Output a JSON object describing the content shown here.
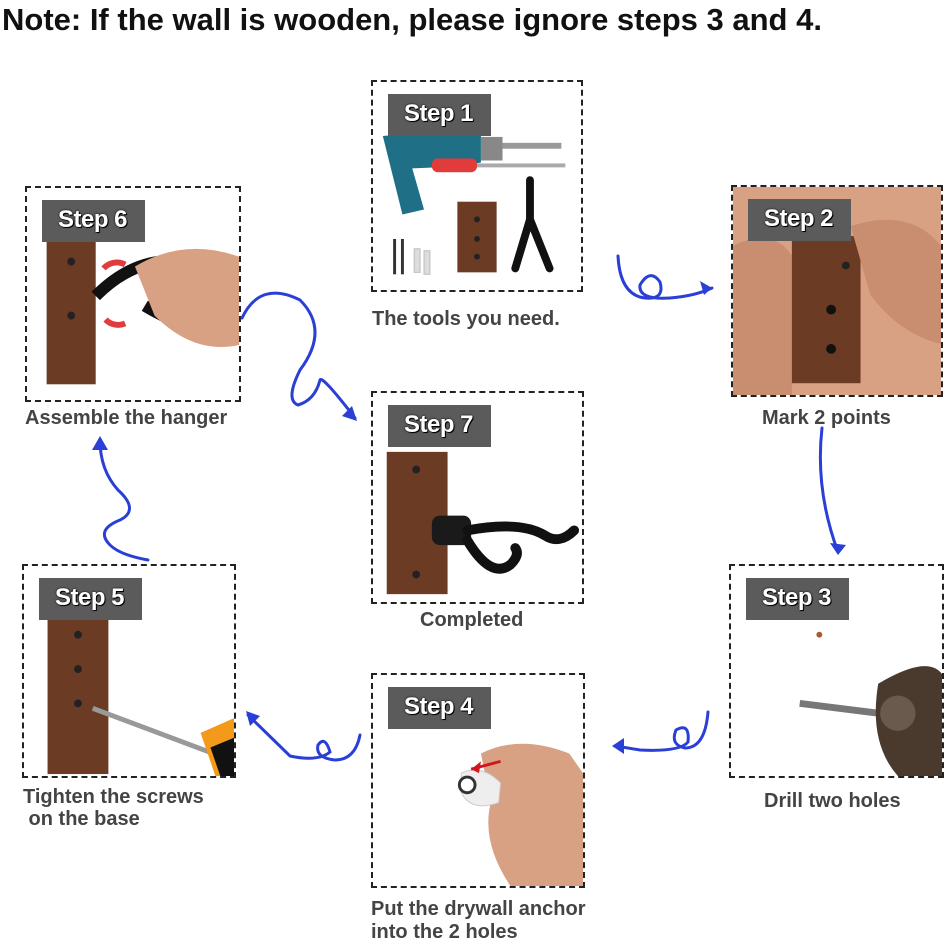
{
  "note": "Note: If the wall is wooden, please ignore steps 3 and 4.",
  "steps": [
    {
      "badge": "Step 1",
      "caption": "The tools you need."
    },
    {
      "badge": "Step 2",
      "caption": "Mark 2 points"
    },
    {
      "badge": "Step 3",
      "caption": "Drill two holes"
    },
    {
      "badge": "Step 4",
      "caption_line1": "Put the drywall anchor",
      "caption_line2": "into the 2 holes"
    },
    {
      "badge": "Step 5",
      "caption_line1": "Tighten the screws",
      "caption_line2": " on the base"
    },
    {
      "badge": "Step 6",
      "caption": "Assemble the hanger"
    },
    {
      "badge": "Step 7",
      "caption": "Completed"
    }
  ],
  "colors": {
    "arrow": "#2a3fd6",
    "badge_bg": "#5b5b5b",
    "wood": "#6b3b24",
    "caption": "#444444"
  }
}
